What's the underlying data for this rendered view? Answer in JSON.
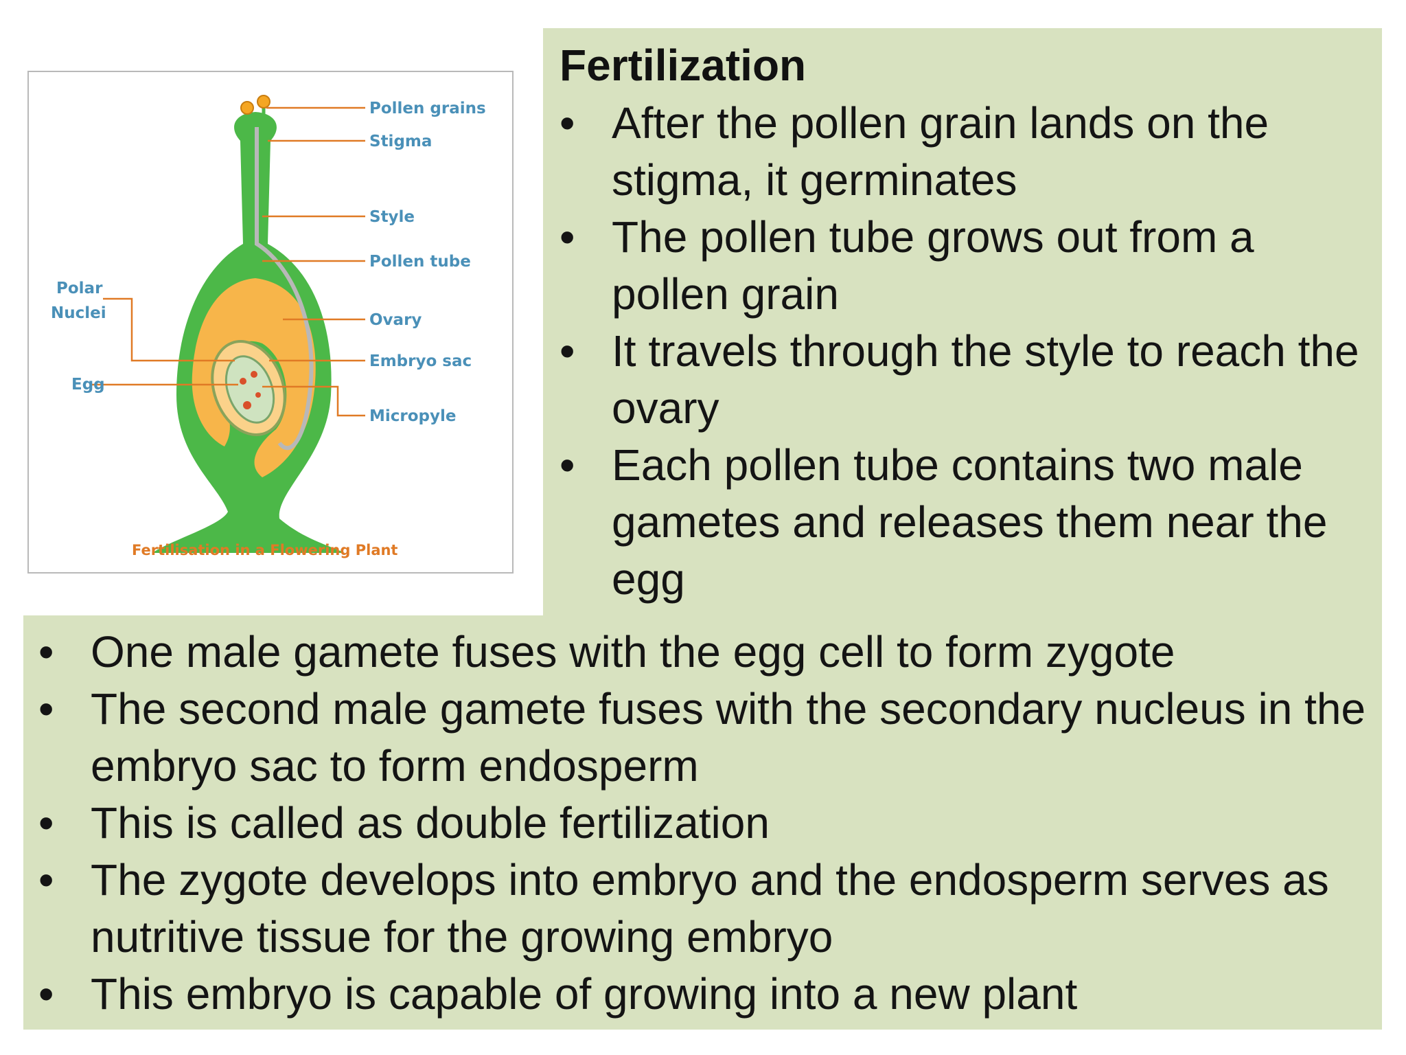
{
  "slide": {
    "title": "Fertilization",
    "top_bullets": [
      "After the pollen grain lands on the stigma, it germinates",
      "The pollen tube grows out from a pollen grain",
      "It travels through the style to reach the ovary",
      "Each pollen tube contains two male gametes and releases them near the egg"
    ],
    "bottom_bullets": [
      "One male gamete fuses with the egg cell to form zygote",
      "The second male gamete fuses with the secondary nucleus in the embryo sac to form endosperm",
      "This is called as double fertilization",
      "The zygote develops into embryo and the endosperm serves as nutritive tissue for the growing embryo",
      "This embryo is capable of growing into a new plant"
    ],
    "bullet_char": "•"
  },
  "diagram": {
    "labels": {
      "pollen_grains": "Pollen grains",
      "stigma": "Stigma",
      "style": "Style",
      "pollen_tube": "Pollen tube",
      "ovary": "Ovary",
      "embryo_sac": "Embryo sac",
      "micropyle": "Micropyle",
      "polar_nuclei_line1": "Polar",
      "polar_nuclei_line2": "Nuclei",
      "egg": "Egg"
    },
    "caption": "Fertilisation in a Flowering Plant",
    "colors": {
      "pistil_green": "#4cb848",
      "ovary_orange": "#f7b54a",
      "label_blue": "#4a90b8",
      "leader_orange": "#e07a25",
      "panel_green": "#d8e2c0"
    }
  }
}
